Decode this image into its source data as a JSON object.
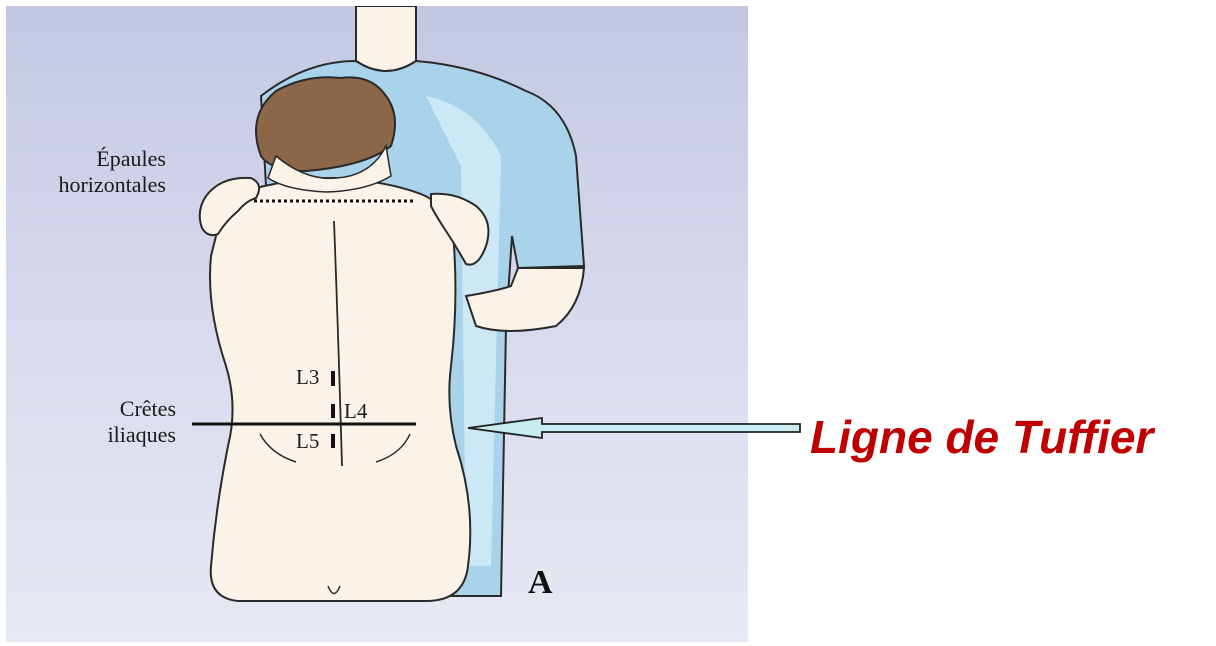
{
  "figure": {
    "labels": {
      "shoulders_line1": "Épaules",
      "shoulders_line2": "horizontales",
      "crests_line1": "Crêtes",
      "crests_line2": "iliaques",
      "l3": "L3",
      "l4": "L4",
      "l5": "L5",
      "panel_letter": "A"
    }
  },
  "annotation": {
    "text": "Ligne de Tuffier",
    "color": "#c00000"
  },
  "colors": {
    "skin": "#fbf3e7",
    "hair": "#8b6648",
    "scrubs": "#a9d3ea",
    "outline": "#2a2a2a",
    "arrow_fill": "#c8ecef",
    "panel_bg": "#c8cbe4"
  }
}
